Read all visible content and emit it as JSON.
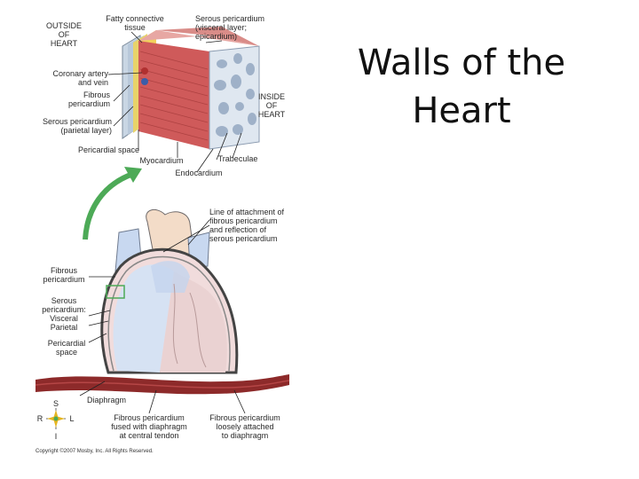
{
  "slide": {
    "title_lines": [
      "Walls of the",
      "Heart"
    ]
  },
  "figure": {
    "labels": {
      "outside_of_heart": [
        "OUTSIDE",
        "OF",
        "HEART"
      ],
      "fatty_tissue": [
        "Fatty connective",
        "tissue"
      ],
      "serous_visceral": [
        "Serous pericardium",
        "(visceral layer;",
        "epicardium)"
      ],
      "coronary": [
        "Coronary artery",
        "and vein"
      ],
      "fibrous_top": [
        "Fibrous",
        "pericardium"
      ],
      "serous_parietal": [
        "Serous pericardium",
        "(parietal layer)"
      ],
      "pericardial_space_top": [
        "Pericardial space"
      ],
      "inside_of_heart": [
        "INSIDE",
        "OF",
        "HEART"
      ],
      "myocardium": [
        "Myocardium"
      ],
      "trabeculae": [
        "Trabeculae"
      ],
      "endocardium": [
        "Endocardium"
      ],
      "line_of_attachment": [
        "Line of attachment of",
        "fibrous pericardium",
        "and reflection of",
        "serous pericardium"
      ],
      "fibrous_left": [
        "Fibrous",
        "pericardium"
      ],
      "serous_left": [
        "Serous",
        "pericardium:",
        "Visceral",
        "Parietal"
      ],
      "pericardial_space_left": [
        "Pericardial",
        "space"
      ],
      "diaphragm": [
        "Diaphragm"
      ],
      "fused": [
        "Fibrous pericardium",
        "fused with diaphragm",
        "at central tendon"
      ],
      "loosely": [
        "Fibrous pericardium",
        "loosely attached",
        "to diaphragm"
      ]
    },
    "compass": {
      "s": "S",
      "r": "R",
      "l": "L",
      "i": "I"
    },
    "copyright": "Copyright ©2007 Mosby, Inc. All Rights Reserved."
  }
}
